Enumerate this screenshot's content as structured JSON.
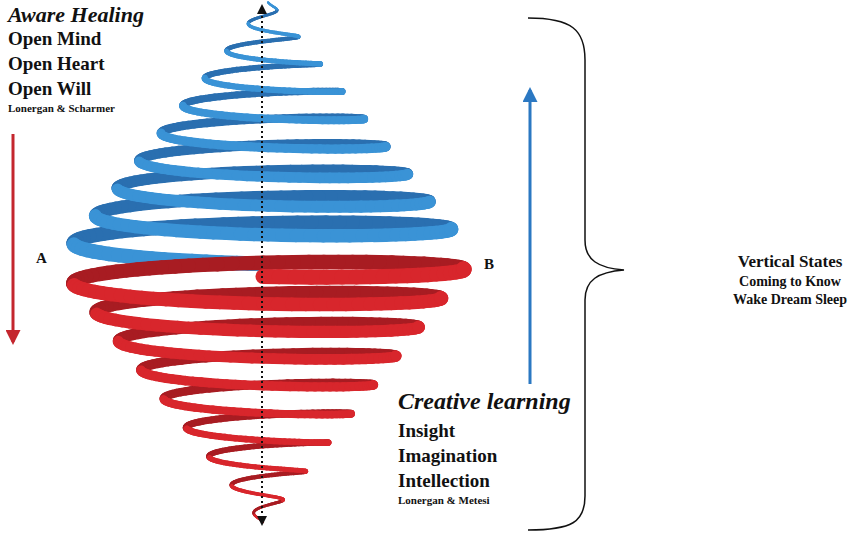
{
  "diagram": {
    "labels": [
      "Aware Healing",
      "Open Mind",
      "Open Heart",
      "Open Will",
      "Lonergan & Scharmer",
      "A",
      "B",
      "Creative learning",
      "Insight",
      "Imagination",
      "Intellection",
      "Lonergan & Metesi",
      "Vertical States",
      "Coming to Know",
      "Wake Dream Sleep"
    ]
  }
}
